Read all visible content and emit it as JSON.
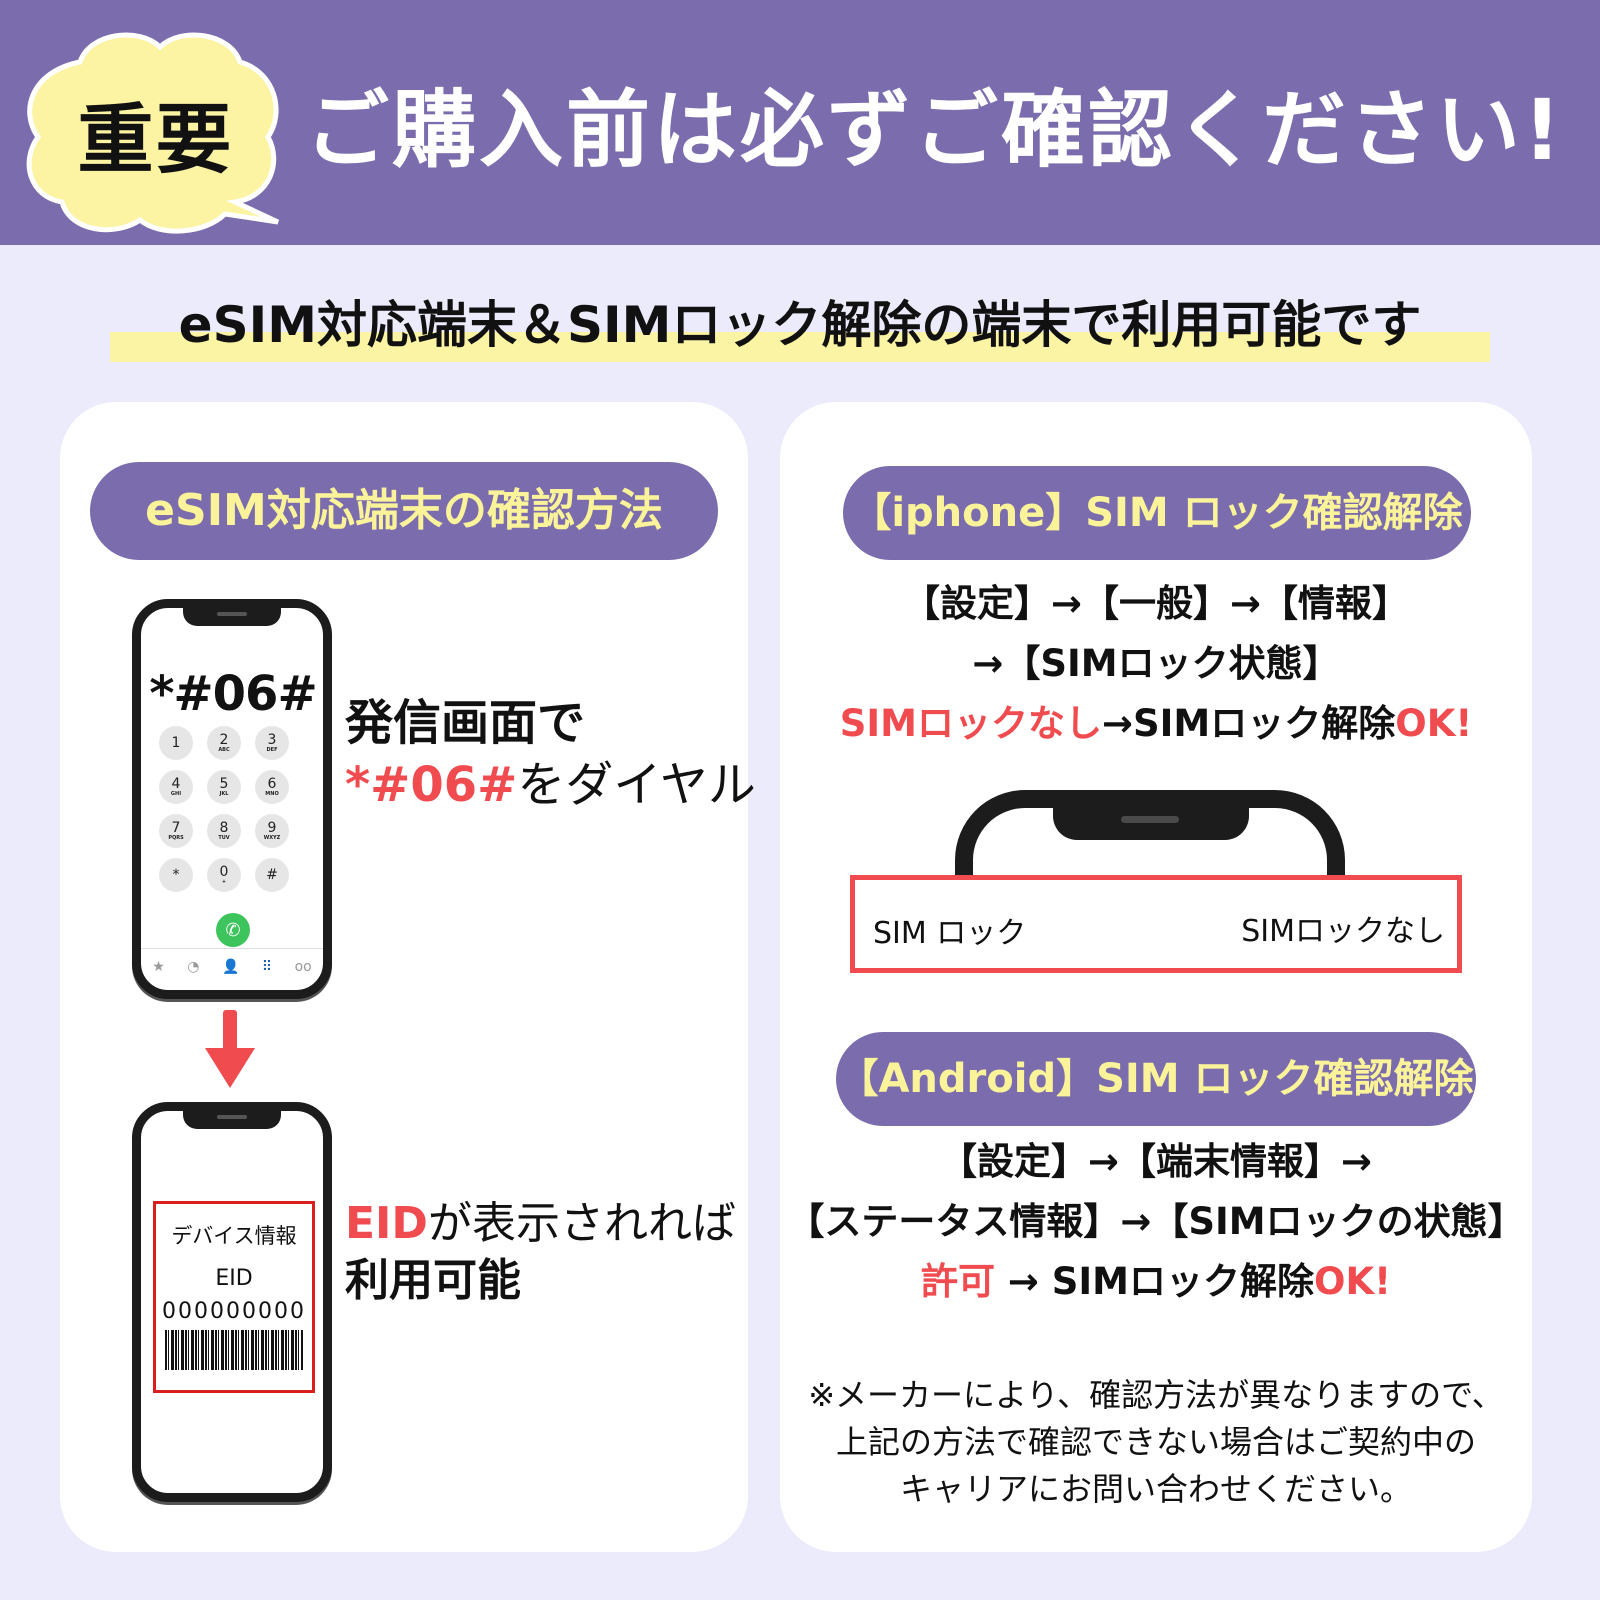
{
  "colors": {
    "banner_bg": "#7b6dad",
    "page_bg": "#ecebfb",
    "bubble_fill": "#fcf3a3",
    "pill_bg": "#7b6dad",
    "pill_text": "#fbf39a",
    "highlight": "#fbf4a4",
    "accent_red": "#f04b4f",
    "card_bg": "#ffffff"
  },
  "header": {
    "badge": "重要",
    "title": "ご購入前は必ずご確認ください!"
  },
  "subtitle": "eSIM対応端末＆SIMロック解除の端末で利用可能です",
  "left_card": {
    "pill_title": "eSIM対応端末の確認方法",
    "phone_dialer": {
      "code": "*#06#",
      "keys": [
        {
          "num": "1",
          "sub": ""
        },
        {
          "num": "2",
          "sub": "ABC"
        },
        {
          "num": "3",
          "sub": "DEF"
        },
        {
          "num": "4",
          "sub": "GHI"
        },
        {
          "num": "5",
          "sub": "JKL"
        },
        {
          "num": "6",
          "sub": "MNO"
        },
        {
          "num": "7",
          "sub": "PQRS"
        },
        {
          "num": "8",
          "sub": "TUV"
        },
        {
          "num": "9",
          "sub": "WXYZ"
        },
        {
          "num": "*",
          "sub": ""
        },
        {
          "num": "0",
          "sub": "+"
        },
        {
          "num": "#",
          "sub": ""
        }
      ],
      "call_icon": "phone-icon",
      "tabs": [
        "star-icon",
        "clock-icon",
        "person-icon",
        "keypad-icon",
        "voicemail-icon"
      ],
      "tab_glyphs": [
        "★",
        "◔",
        "👤",
        "⠿",
        "oo"
      ]
    },
    "step1": {
      "line1": "発信画面で",
      "code": "*#06#",
      "line2_rest": "をダイヤル"
    },
    "phone_eid": {
      "title": "デバイス情報",
      "label": "EID",
      "number": "000000000"
    },
    "step2": {
      "eid": "EID",
      "line1_rest": "が表示されれば",
      "line2": "利用可能"
    }
  },
  "right_card": {
    "iphone": {
      "pill_title": "【iphone】SIM ロック確認解除",
      "line1": "【設定】→【一般】→【情報】",
      "line2": "→【SIMロック状態】",
      "line3_red1": "SIMロックなし",
      "line3_mid": "→SIMロック解除",
      "line3_red2": "OK!",
      "screen_label": "SIM ロック",
      "screen_value": "SIMロックなし"
    },
    "android": {
      "pill_title": "【Android】SIM ロック確認解除",
      "line1": "【設定】→【端末情報】→",
      "line2": "【ステータス情報】→【SIMロックの状態】",
      "line3_red1": "許可",
      "line3_mid": " → SIMロック解除",
      "line3_red2": "OK!"
    },
    "note": {
      "line1": "※メーカーにより、確認方法が異なりますので、",
      "line2": "上記の方法で確認できない場合はご契約中の",
      "line3": "キャリアにお問い合わせください。"
    }
  }
}
